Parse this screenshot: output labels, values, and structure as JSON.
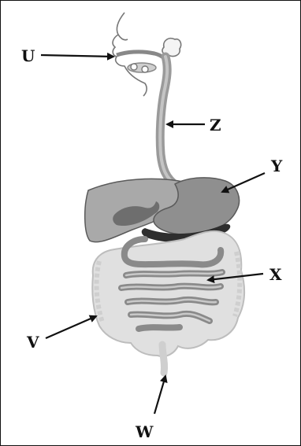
{
  "labels": {
    "u": "U",
    "z": "Z",
    "y": "Y",
    "x": "X",
    "v": "V",
    "w": "W"
  },
  "colors": {
    "organ_dark": "#7a7a7a",
    "organ_mid": "#9a9a9a",
    "organ_light": "#c9c9c9",
    "outline": "#555555",
    "arrow": "#111111"
  },
  "icons": {
    "arrowhead": "arrowhead-icon"
  }
}
